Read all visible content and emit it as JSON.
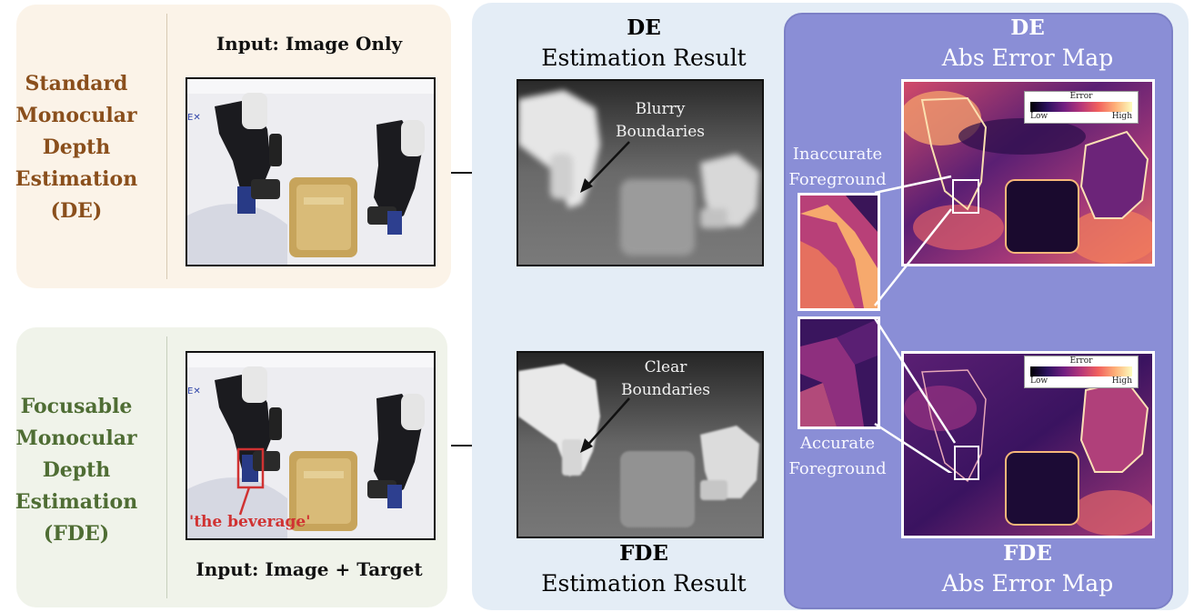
{
  "de_method": {
    "lines": [
      "Standard",
      "Monocular",
      "Depth",
      "Estimation",
      "(DE)"
    ],
    "color": "#8a4f1c",
    "input_label": "Input: Image Only"
  },
  "fde_method": {
    "lines": [
      "Focusable",
      "Monocular",
      "Depth",
      "Estimation",
      "(FDE)"
    ],
    "color": "#4f6d34",
    "input_label": "Input: Image + Target",
    "target_label": "'the beverage'"
  },
  "estimation_column": {
    "top_title": "DE",
    "top_subtitle": "Estimation Result",
    "bottom_title": "FDE",
    "bottom_subtitle": "Estimation Result",
    "top_annotation": [
      "Blurry",
      "Boundaries"
    ],
    "bottom_annotation": [
      "Clear",
      "Boundaries"
    ]
  },
  "error_column": {
    "top_title": "DE",
    "top_subtitle": "Abs Error Map",
    "bottom_title": "FDE",
    "bottom_subtitle": "Abs Error Map",
    "top_inset_label": [
      "Inaccurate",
      "Foreground"
    ],
    "bottom_inset_label": [
      "Accurate",
      "Foreground"
    ],
    "colorbar": {
      "title": "Error",
      "low": "Low",
      "high": "High"
    }
  },
  "colors": {
    "de_card_bg": "#fbf3e8",
    "fde_card_bg": "#f0f3ea",
    "mid_panel_bg": "#e4edf6",
    "error_panel_bg": "#8a8ed6",
    "target_box": "#d03232"
  }
}
